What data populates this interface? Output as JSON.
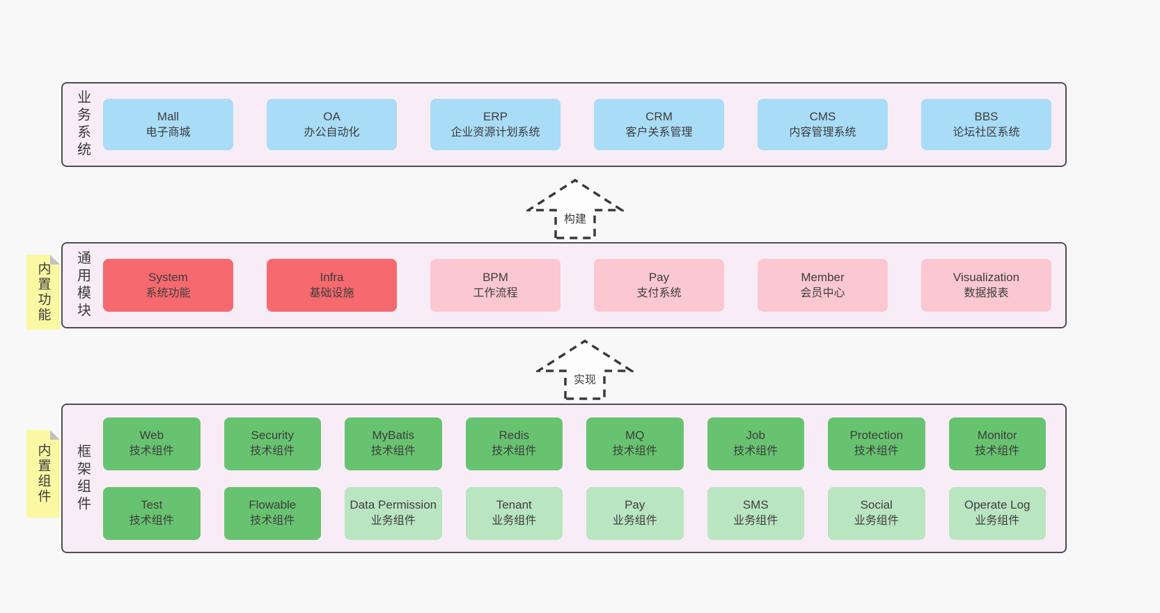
{
  "colors": {
    "page_bg": "#f8f8f8",
    "panel_bg": "#f8edf6",
    "panel_border": "#4d4d4d",
    "business_box": "#a9dcf6",
    "core_module_box": "#f6696e",
    "optional_module_box": "#fbc7d1",
    "tech_component_box": "#68c370",
    "biz_component_box": "#b9e5c1",
    "sticky_note": "#faf8a2",
    "sticky_fold": "#c2c2c2",
    "text": "#3d3d3d"
  },
  "top_panel": {
    "label": "业务系统",
    "boxes": [
      {
        "title": "Mall",
        "subtitle": "电子商城"
      },
      {
        "title": "OA",
        "subtitle": "办公自动化"
      },
      {
        "title": "ERP",
        "subtitle": "企业资源计划系统"
      },
      {
        "title": "CRM",
        "subtitle": "客户关系管理"
      },
      {
        "title": "CMS",
        "subtitle": "内容管理系统"
      },
      {
        "title": "BBS",
        "subtitle": "论坛社区系统"
      }
    ]
  },
  "arrow_build": {
    "label": "构建"
  },
  "middle_panel": {
    "label": "通用模块",
    "sticky": "内置功能",
    "boxes": [
      {
        "title": "System",
        "subtitle": "系统功能"
      },
      {
        "title": "Infra",
        "subtitle": "基础设施"
      },
      {
        "title": "BPM",
        "subtitle": "工作流程"
      },
      {
        "title": "Pay",
        "subtitle": "支付系统"
      },
      {
        "title": "Member",
        "subtitle": "会员中心"
      },
      {
        "title": "Visualization",
        "subtitle": "数据报表"
      }
    ]
  },
  "arrow_impl": {
    "label": "实现"
  },
  "bottom_panel": {
    "label": "框架组件",
    "sticky": "内置组件",
    "rows": [
      [
        {
          "title": "Web",
          "subtitle": "技术组件"
        },
        {
          "title": "Security",
          "subtitle": "技术组件"
        },
        {
          "title": "MyBatis",
          "subtitle": "技术组件"
        },
        {
          "title": "Redis",
          "subtitle": "技术组件"
        },
        {
          "title": "MQ",
          "subtitle": "技术组件"
        },
        {
          "title": "Job",
          "subtitle": "技术组件"
        },
        {
          "title": "Protection",
          "subtitle": "技术组件"
        },
        {
          "title": "Monitor",
          "subtitle": "技术组件"
        }
      ],
      [
        {
          "title": "Test",
          "subtitle": "技术组件"
        },
        {
          "title": "Flowable",
          "subtitle": "技术组件"
        },
        {
          "title": "Data Permission",
          "subtitle": "业务组件"
        },
        {
          "title": "Tenant",
          "subtitle": "业务组件"
        },
        {
          "title": "Pay",
          "subtitle": "业务组件"
        },
        {
          "title": "SMS",
          "subtitle": "业务组件"
        },
        {
          "title": "Social",
          "subtitle": "业务组件"
        },
        {
          "title": "Operate Log",
          "subtitle": "业务组件"
        }
      ]
    ]
  }
}
